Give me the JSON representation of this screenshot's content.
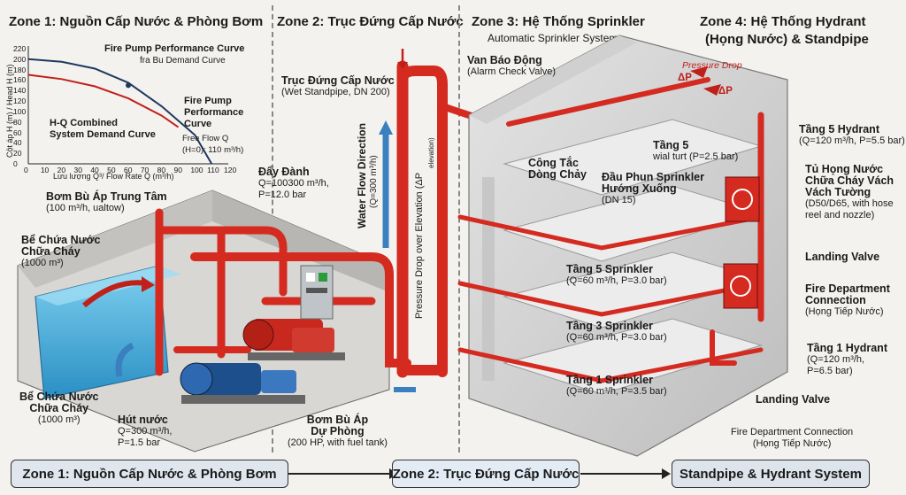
{
  "zones": {
    "z1": "Zone 1: Nguồn Cấp Nước & Phòng Bơm",
    "z2": "Zone 2: Trục Đứng Cấp Nước",
    "z3": "Zone 3: Hệ Thống Sprinkler",
    "z3_sub": "Automatic Sprinkler System",
    "z4_l1": "Zone 4: Hệ Thống Hydrant",
    "z4_l2": "(Họng Nước) & Standpipe"
  },
  "chart_data": {
    "type": "line",
    "title": "Fire Pump Performance Curve",
    "title2": "fra Bu Demand Curve",
    "xlabel": "Lưu lượng Q³/ Flow Rate Q (m³/h)",
    "ylabel": "Cột áp H (m) / Head H (m)",
    "xlim": [
      0,
      120
    ],
    "ylim": [
      0,
      220
    ],
    "xticks": [
      "0",
      "10",
      "20",
      "30",
      "40",
      "50",
      "60",
      "70",
      "80",
      "90",
      "100",
      "110",
      "120"
    ],
    "yticks": [
      "0",
      "20",
      "40",
      "60",
      "80",
      "100",
      "120",
      "140",
      "160",
      "180",
      "200",
      "220"
    ],
    "series": [
      {
        "name": "Fire Pump Performance Curve",
        "x": [
          0,
          20,
          40,
          60,
          80,
          100,
          110
        ],
        "y": [
          200,
          195,
          182,
          155,
          110,
          55,
          0
        ],
        "color": "#1f3a5f"
      },
      {
        "name": "H-Q Combined System Demand Curve",
        "x": [
          0,
          20,
          40,
          60,
          80,
          90
        ],
        "y": [
          170,
          162,
          148,
          125,
          92,
          70
        ],
        "color": "#c0201a"
      }
    ],
    "annotations": {
      "pump_l1": "Fire Pump",
      "pump_l2": "Performance",
      "pump_l3": "Curve",
      "demand_l1": "H-Q Combined",
      "demand_l2": "System Demand Curve",
      "free_l1": "Free Flow Q",
      "free_l2": "(H=0): 110 m³/h)"
    }
  },
  "labels": {
    "bom_trung_tam_1": "Bơm Bù Áp  Trung Tâm",
    "bom_trung_tam_2": "(100 m³/h, ualtow)",
    "be_chua_1": "Bể Chứa Nước",
    "be_chua_2": "Chữa Cháy",
    "be_chua_3": "(1000 m³)",
    "be_chua_b1": "Bể Chứa Nước",
    "be_chua_b2": "Chữa Cháy",
    "be_chua_b3": "(1000 m³)",
    "day_1": "Đẩy Đành",
    "day_2": "Q=100300 m³/h,",
    "day_3": "P=12.0 bar",
    "hut_1": "Hút nước",
    "hut_2": "Q=300 m³/h,",
    "hut_3": "P=1.5 bar",
    "bom_du_1": "Bơm Bù Áp",
    "bom_du_2": "Dự Phòng",
    "bom_du_3": "(200 HP, with fuel tank)",
    "truc_1": "Trục Đứng Cấp Nước",
    "truc_2": "(Wet Standpipe, DN 200)",
    "flow_dir_1": "Water Flow Direction",
    "flow_dir_2": "(Q=300 m³/h)",
    "pressure_drop": "Pressure Drop over Elevation (ΔP",
    "pressure_drop_2": "elevation)",
    "van_1": "Van Báo Động",
    "van_2": "(Alarm Check Valve)",
    "pdrop_top": "Pressure Drop",
    "dp1": "ΔP",
    "dp2": "ΔP",
    "cong_tac_1": "Công Tắc",
    "cong_tac_2": "Dòng Chảy",
    "tang5_1": "Tầng 5",
    "tang5_2": "wial turt (P=2.5 bar)",
    "dau_phun_1": "Đầu Phun Sprinkler",
    "dau_phun_2": "Hướng Xuống",
    "dau_phun_3": "(DN 15)",
    "t5s_1": "Tầng 5 Sprinkler",
    "t5s_2": "(Q=60 m³/h, P=3.0 bar)",
    "t3s_1": "Tầng 3 Sprinkler",
    "t3s_2": "(Q=60 m³/h, P=3.0 bar)",
    "t1s_1": "Tầng 1 Sprinkler",
    "t1s_2": "(Q=60 m³/h, P=3.5 bar)",
    "t5h_1": "Tầng 5 Hydrant",
    "t5h_2": "(Q=120 m³/h, P=5.5 bar)",
    "tu_1": "Tủ Họng Nước",
    "tu_2": "Chữa Cháy Vách",
    "tu_3": "Vách Tường",
    "tu_4": "(D50/D65, with hose",
    "tu_5": "reel and nozzle)",
    "landing_1": "Landing Valve",
    "fdc_1": "Fire Department",
    "fdc_2": "Connection",
    "fdc_3": "(Họng Tiếp Nước)",
    "t1h_1": "Tầng 1 Hydrant",
    "t1h_2": "(Q=120 m³/h,",
    "t1h_3": "P=6.5 bar)",
    "landing_2": "Landing Valve",
    "fdc_b1": "Fire Department Connection",
    "fdc_b2": "(Họng Tiếp Nước)"
  },
  "flow": {
    "box1": "Zone 1: Nguồn Cấp Nước & Phòng Bơm",
    "box2": "Zone 2: Trục Đứng Cấp Nước",
    "box3": "Standpipe & Hydrant System"
  },
  "colors": {
    "pipe": "#d42a1f",
    "water": "#3aa7d8",
    "pump_blue": "#1d4f8c",
    "accent_red": "#c0201a"
  }
}
